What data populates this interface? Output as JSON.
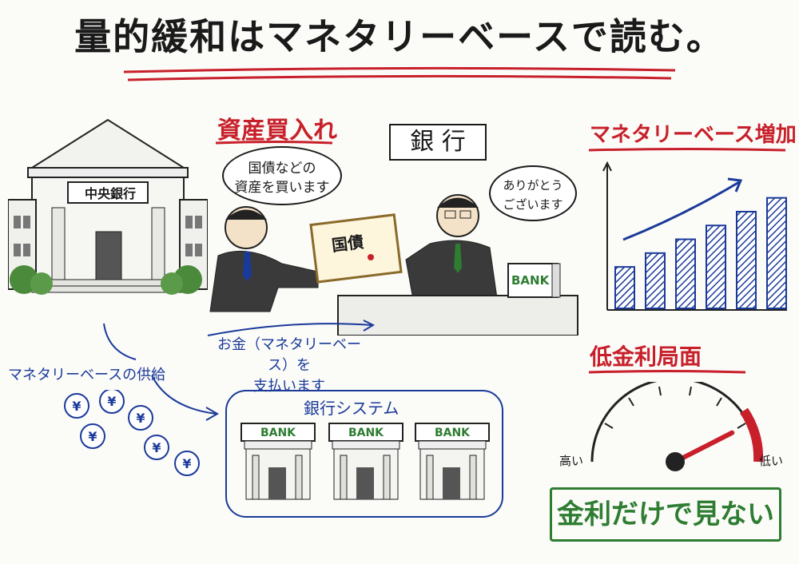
{
  "title": "量的緩和はマネタリーベースで読む。",
  "central_bank": {
    "sign": "中央銀行"
  },
  "purchase": {
    "heading": "資産買入れ",
    "speech_left": [
      "国債などの",
      "資産を買います"
    ],
    "speech_right": [
      "ありがとう",
      "ございます"
    ],
    "bond_label": "国債",
    "bank_header": "銀 行",
    "desk_sign": "BANK"
  },
  "payment_note": [
    "お金（マネタリーベース）を",
    "支払います"
  ],
  "supply_label": "マネタリーベースの供給",
  "coin_symbol": "¥",
  "bank_system": {
    "title": "銀行システム",
    "banks": [
      "BANK",
      "BANK",
      "BANK"
    ]
  },
  "monetary_base": {
    "heading": "マネタリーベース増加",
    "chart_data": {
      "type": "bar",
      "values": [
        3,
        4,
        5,
        6,
        7,
        8
      ]
    }
  },
  "low_rate": {
    "heading": "低金利局面",
    "gauge_high": "高い",
    "gauge_low": "低い",
    "gauge_level": 0.85
  },
  "conclusion": "金利だけで見ない",
  "colors": {
    "red": "#c8202a",
    "blue": "#1a3a9a",
    "green": "#2e7d32"
  }
}
